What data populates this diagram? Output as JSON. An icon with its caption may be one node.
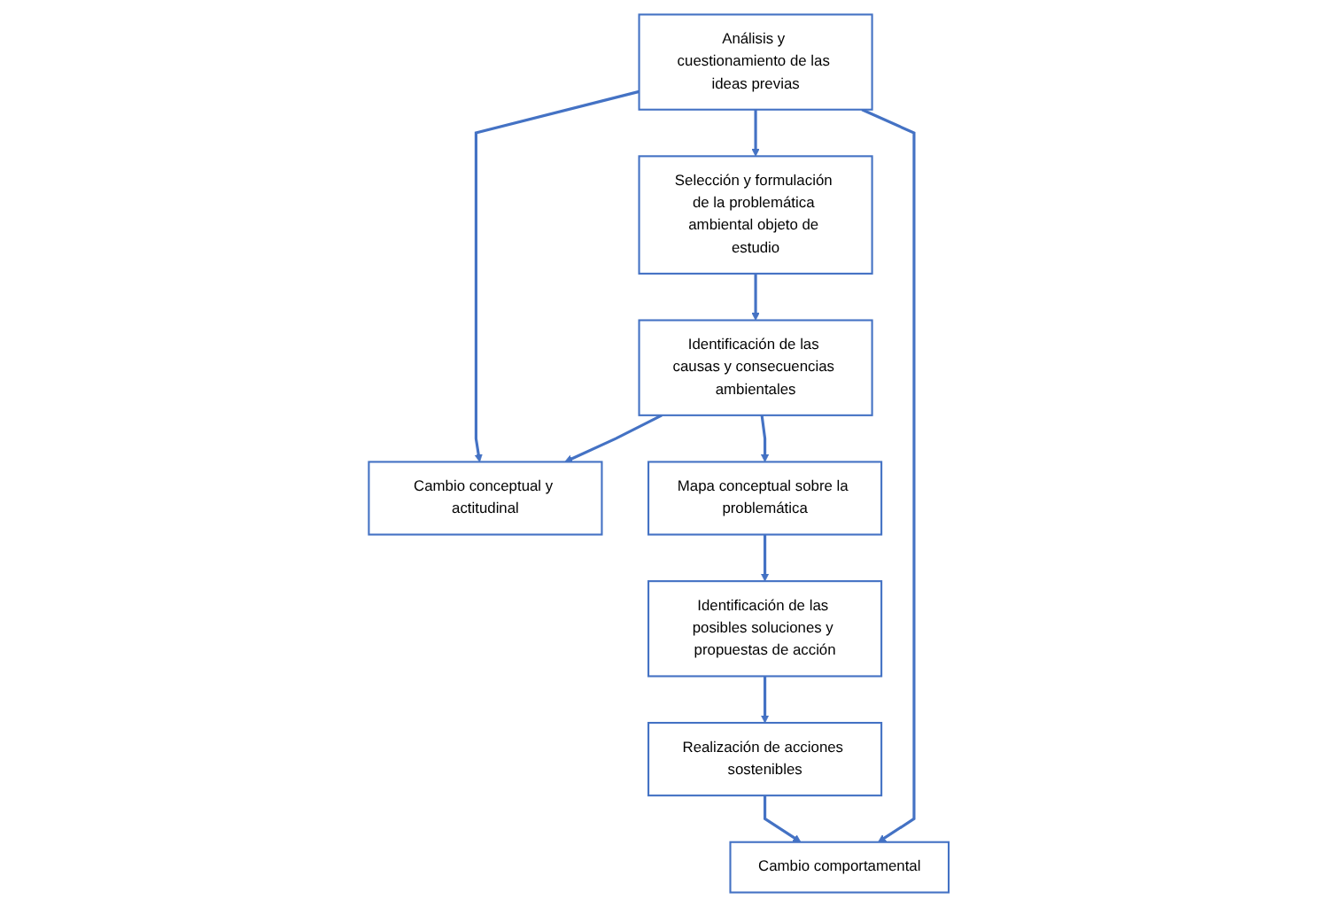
{
  "diagram": {
    "nodes": [
      {
        "text": [
          "Realización de acciones sostenibles"
        ]
      },
      {
        "text": [
          "Cambio comportamental"
        ]
      },
      {
        "text": [
          "Análisis y cuestionamiento de las ideas previas"
        ]
      },
      {
        "text": [
          "Identificación de las posibles soluciones y propuestas de acción"
        ]
      },
      {
        "text": [
          "Selección y formulación de la problemática ambiental objeto de estudio"
        ]
      },
      {
        "text": [
          "Cambio conceptual y actitudinal"
        ]
      },
      {
        "text": [
          "Mapa conceptual sobre la problemática"
        ]
      },
      {
        "text": [
          "Identificación de las causas y consecuencias ambientales"
        ]
      }
    ],
    "edges": [
      {
        "from": 0,
        "to": 1,
        "arrow": "to"
      },
      {
        "from": 2,
        "to": 1,
        "arrow": "to"
      },
      {
        "from": 2,
        "to": 4,
        "arrow": "to"
      },
      {
        "from": 2,
        "to": 5,
        "arrow": "to"
      },
      {
        "from": 4,
        "to": 7,
        "arrow": "to"
      },
      {
        "from": 7,
        "to": 5,
        "arrow": "to"
      },
      {
        "from": 7,
        "to": 6,
        "arrow": "to"
      },
      {
        "from": 6,
        "to": 3,
        "arrow": "to"
      },
      {
        "from": 3,
        "to": 0,
        "arrow": "to"
      }
    ]
  }
}
